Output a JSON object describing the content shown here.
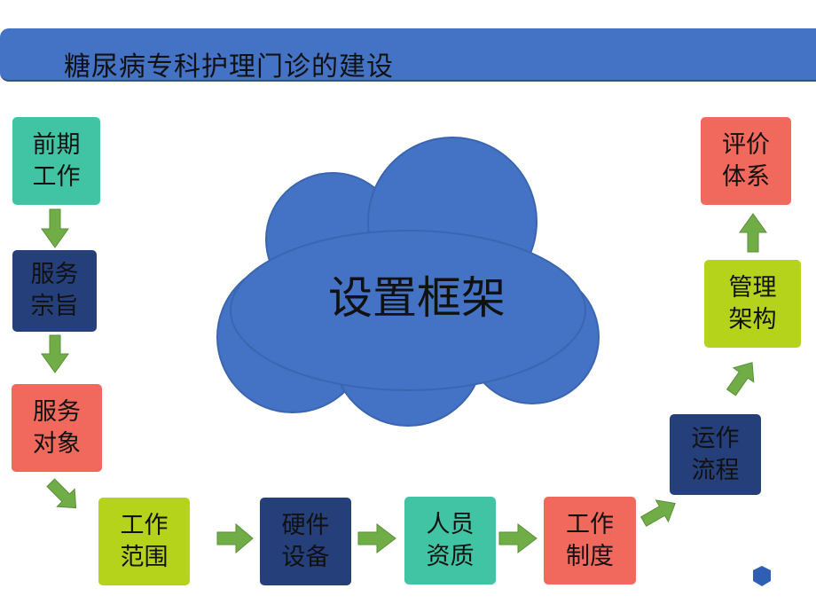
{
  "title": "糖尿病专科护理门诊的建设",
  "cloud_label": "设置框架",
  "steps": [
    {
      "label": "前期工作"
    },
    {
      "label": "服务宗旨"
    },
    {
      "label": "服务对象"
    },
    {
      "label": "工作范围"
    },
    {
      "label": "硬件设备"
    },
    {
      "label": "人员资质"
    },
    {
      "label": "工作制度"
    },
    {
      "label": "运作流程"
    },
    {
      "label": "管理架构"
    },
    {
      "label": "评价体系"
    }
  ],
  "colors": {
    "teal": "#41c4a3",
    "navy": "#243f7a",
    "salmon": "#f1695c",
    "lime": "#b5d31b",
    "arrow": "#70ad47",
    "cloud": "#4472c4",
    "title_bar": "#4472c4"
  }
}
